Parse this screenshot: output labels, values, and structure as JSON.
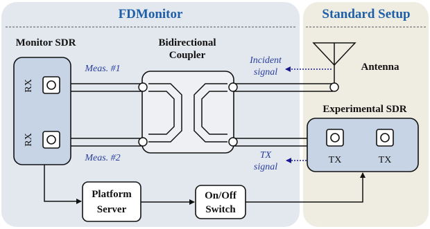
{
  "regions": {
    "fdmonitor": {
      "title": "FDMonitor"
    },
    "standard_setup": {
      "title": "Standard Setup"
    }
  },
  "monitor_sdr": {
    "title": "Monitor SDR",
    "ports": [
      "RX",
      "RX"
    ]
  },
  "coupler": {
    "title_line1": "Bidirectional",
    "title_line2": "Coupler"
  },
  "antenna": {
    "label": "Antenna"
  },
  "experimental_sdr": {
    "title": "Experimental SDR",
    "ports": [
      "TX",
      "TX"
    ]
  },
  "platform_server": {
    "line1": "Platform",
    "line2": "Server"
  },
  "on_off_switch": {
    "line1": "On/Off",
    "line2": "Switch"
  },
  "annotations": {
    "meas1": "Meas. #1",
    "meas2": "Meas. #2",
    "incident_line1": "Incident",
    "incident_line2": "signal",
    "tx_line1": "TX",
    "tx_line2": "signal"
  },
  "colors": {
    "fdmonitor_bg": "#e3e8ef",
    "standard_bg": "#efece2",
    "title_blue": "#1f5fa8",
    "annotation_blue": "#2a3f9e",
    "sdr_fill": "#c7d4e6",
    "stroke": "#111111"
  }
}
